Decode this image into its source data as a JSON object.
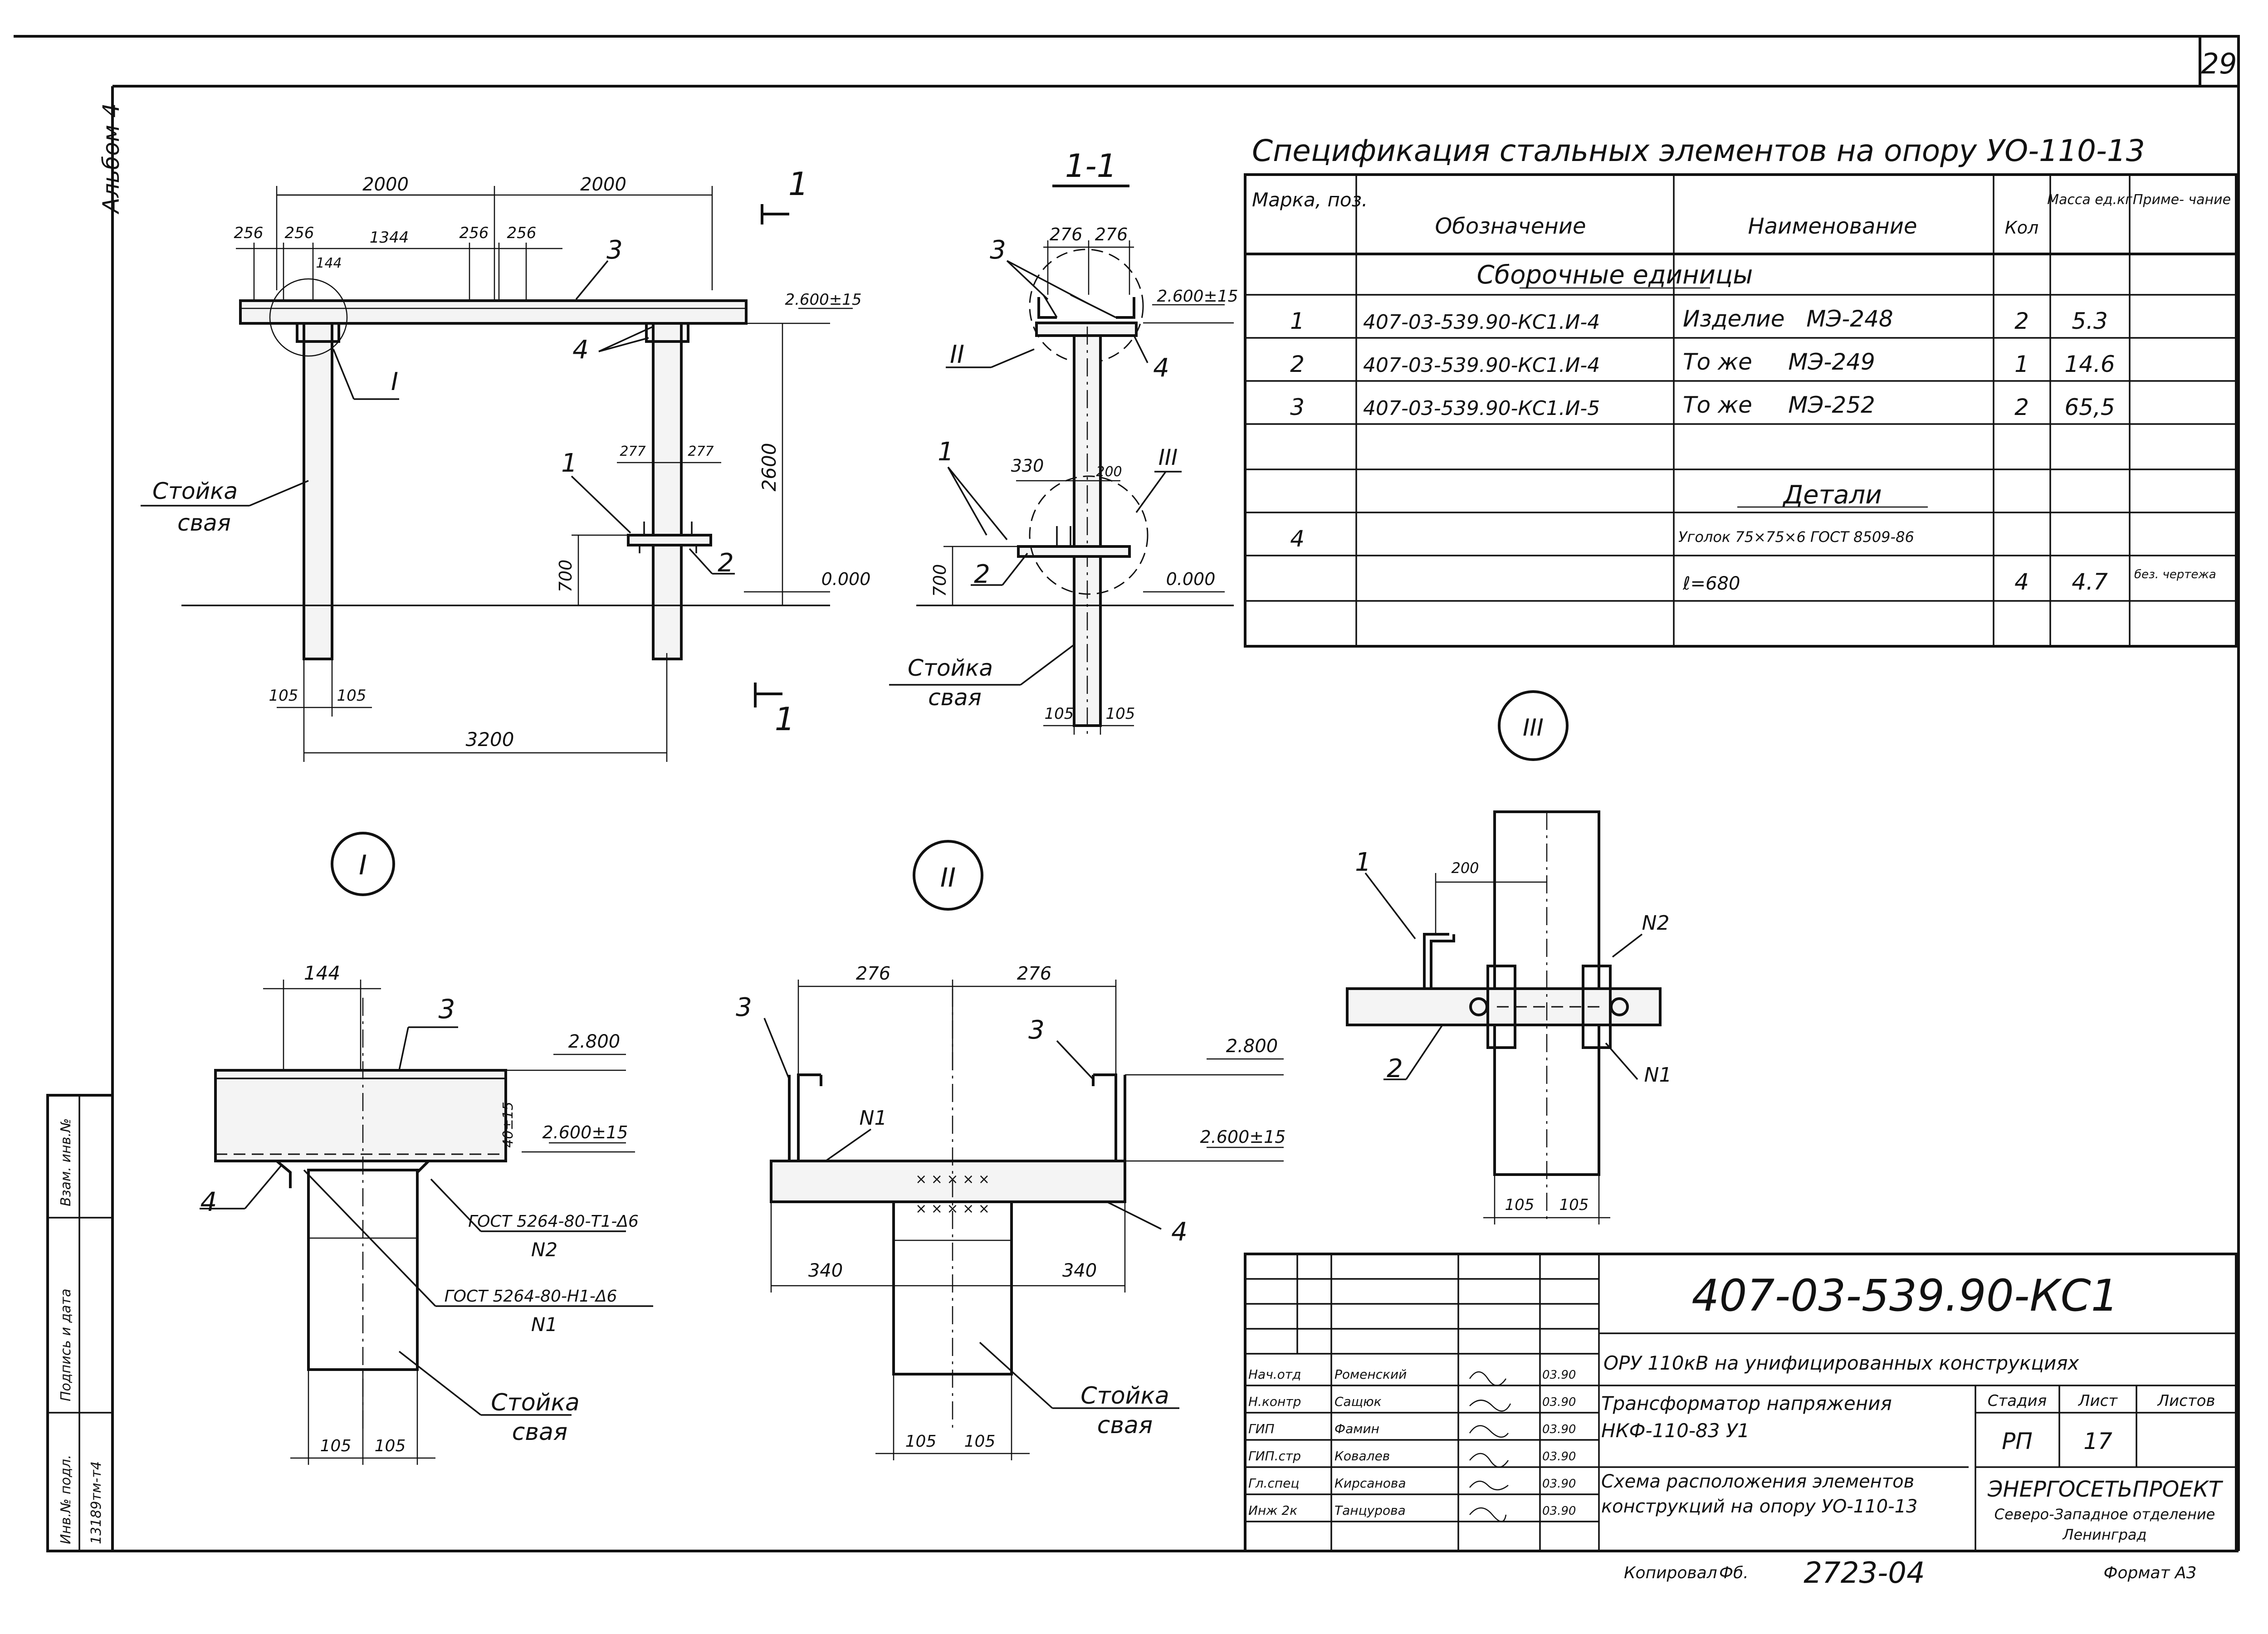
{
  "sheet": {
    "page_number": "29",
    "album_label": "Альбом 4"
  },
  "spec": {
    "title": "Спецификация стальных элементов на опору УО-110-13",
    "headers": {
      "mark": "Марка, поз.",
      "designation": "Обозначение",
      "name": "Наименование",
      "qty": "Кол",
      "mass": "Масса ед.кг",
      "note": "Приме- чание"
    },
    "group_assemblies": "Сборочные единицы",
    "group_details": "Детали",
    "rows": [
      {
        "mark": "1",
        "designation": "407-03-539.90-КС1.И-4",
        "name": "Изделие   МЭ-248",
        "qty": "2",
        "mass": "5.3",
        "note": ""
      },
      {
        "mark": "2",
        "designation": "407-03-539.90-КС1.И-4",
        "name": "То же     МЭ-249",
        "qty": "1",
        "mass": "14.6",
        "note": ""
      },
      {
        "mark": "3",
        "designation": "407-03-539.90-КС1.И-5",
        "name": "То же     МЭ-252",
        "qty": "2",
        "mass": "65,5",
        "note": ""
      }
    ],
    "detail_rows": [
      {
        "mark": "4",
        "designation": "",
        "name": "Уголок 75×75×6 ГОСТ 8509-86",
        "qty": "",
        "mass": "",
        "note": ""
      },
      {
        "mark": "",
        "designation": "ℓ=680",
        "name": "",
        "qty": "4",
        "mass": "4.7",
        "note": "без. чертежа"
      }
    ]
  },
  "main_view": {
    "dims_top": [
      "2000",
      "2000"
    ],
    "dims_sub": [
      "256",
      "256",
      "1344",
      "256",
      "256"
    ],
    "dim_144": "144",
    "label_3": "3",
    "label_4": "4",
    "label_1": "1",
    "label_2": "2",
    "callout_I": "I",
    "section_mark": "1",
    "elev_top": "2.600±15",
    "elev_zero": "0.000",
    "dim_2600": "2600",
    "dim_700": "700",
    "dim_277a": "277",
    "dim_277b": "277",
    "dim_105a": "105",
    "dim_105b": "105",
    "dim_3200": "3200",
    "post_label_1": "Стойка",
    "post_label_2": "свая"
  },
  "section_view": {
    "title": "1-1",
    "dim_276a": "276",
    "dim_276b": "276",
    "label_3": "3",
    "label_4": "4",
    "label_1": "1",
    "label_2": "2",
    "callout_II": "II",
    "callout_III": "III",
    "dim_330": "330",
    "dim_200": "200",
    "dim_700": "700",
    "elev_top": "2.600±15",
    "elev_zero": "0.000",
    "post_label_1": "Стойка",
    "post_label_2": "свая",
    "dim_105a": "105",
    "dim_105b": "105"
  },
  "detail_I": {
    "circle_label": "I",
    "dim_144": "144",
    "label_3": "3",
    "label_4": "4",
    "elev_2800": "2.800",
    "dim_40": "40±15",
    "elev_2600": "2.600±15",
    "gost_n2": "ГОСТ 5264-80-Т1-Δ6",
    "n2": "N2",
    "gost_n1": "ГОСТ 5264-80-Н1-Δ6",
    "n1": "N1",
    "post_label_1": "Стойка",
    "post_label_2": "свая",
    "dim_105a": "105",
    "dim_105b": "105"
  },
  "detail_II": {
    "circle_label": "II",
    "dim_276a": "276",
    "dim_276b": "276",
    "label_3a": "3",
    "label_3b": "3",
    "label_4": "4",
    "n1": "N1",
    "elev_2800": "2.800",
    "elev_2600": "2.600±15",
    "dim_340a": "340",
    "dim_340b": "340",
    "post_label_1": "Стойка",
    "post_label_2": "свая",
    "dim_105a": "105",
    "dim_105b": "105"
  },
  "detail_III": {
    "circle_label": "III",
    "label_1": "1",
    "label_2": "2",
    "dim_200": "200",
    "n2": "N2",
    "n1": "N1",
    "dim_105a": "105",
    "dim_105b": "105"
  },
  "side_stamp": {
    "inv_podl": "Инв.№ подл.",
    "sign_date": "Подпись и дата",
    "vzam_inv": "Взам. инв.№",
    "inv_number": "13189тм-т4"
  },
  "title_block": {
    "doc_code": "407-03-539.90-КС1",
    "project": "ОРУ 110кВ на унифицированных конструкциях",
    "object": "Трансформатор напряжения НКФ-110-83 У1",
    "sheet_title": "Схема расположения элементов конструкций на опору УО-110-13",
    "stage_label": "Стадия",
    "sheet_label": "Лист",
    "sheets_label": "Листов",
    "stage": "РП",
    "sheet": "17",
    "sheets": "",
    "org_name": "ЭНЕРГОСЕТЬПРОЕКТ",
    "org_branch": "Северо-Западное отделение",
    "org_city": "Ленинград",
    "people": [
      {
        "role": "Нач.отд",
        "name": "Роменский",
        "date": "03.90"
      },
      {
        "role": "Н.контр",
        "name": "Сащюк",
        "date": "03.90"
      },
      {
        "role": "ГИП",
        "name": "Фамин",
        "date": "03.90"
      },
      {
        "role": "ГИП.стр",
        "name": "Ковалев",
        "date": "03.90"
      },
      {
        "role": "Гл.спец",
        "name": "Кирсанова",
        "date": "03.90"
      },
      {
        "role": "Инж 2к",
        "name": "Танцурова",
        "date": "03.90"
      }
    ]
  },
  "footer": {
    "copied": "Копировал",
    "copied_sign": "Фб.",
    "order": "2723-04",
    "format": "Формат А3"
  }
}
